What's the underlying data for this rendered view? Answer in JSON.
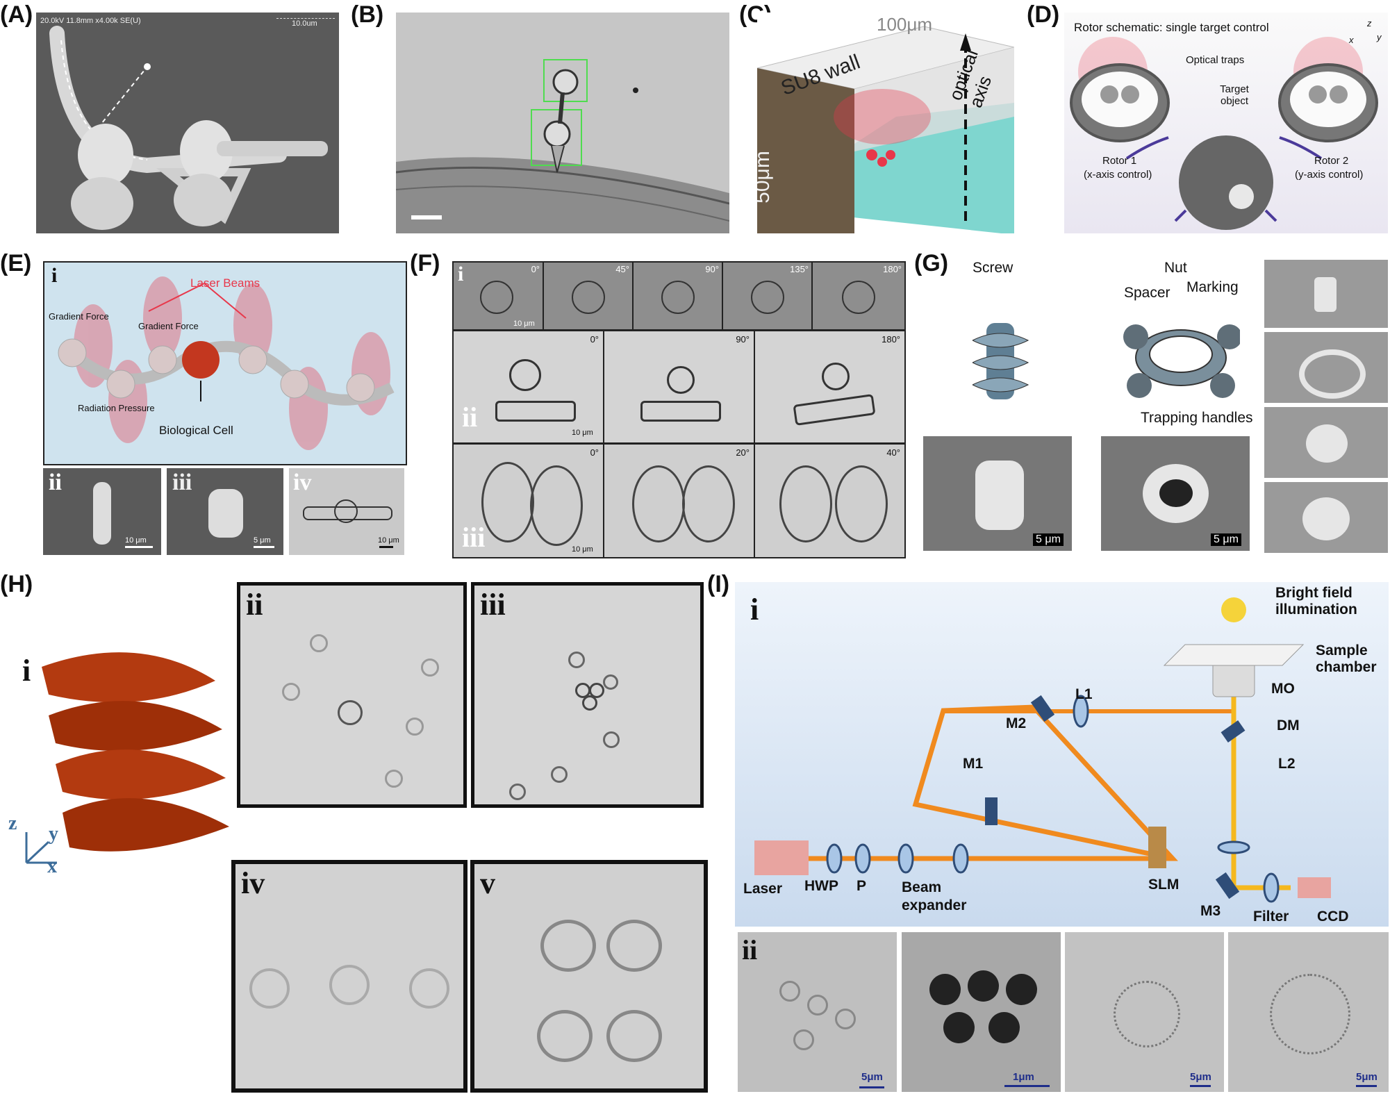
{
  "panels": {
    "A": {
      "label": "(A)",
      "sem_info": "20.0kV 11.8mm x4.00k SE(U)",
      "scale": "10.0um"
    },
    "B": {
      "label": "(B)"
    },
    "C": {
      "label": "(C)",
      "dim_top": "100μm",
      "dim_side": "50μm",
      "wall": "SU8 wall",
      "axis": "optical axis"
    },
    "D": {
      "label": "(D)",
      "title": "Rotor schematic: single target control",
      "optical_traps": "Optical traps",
      "target": "Target object",
      "rotor1": "Rotor 1",
      "rotor1_sub": "(x-axis control)",
      "rotor2": "Rotor 2",
      "rotor2_sub": "(y-axis control)",
      "axes": [
        "z",
        "x",
        "y"
      ]
    },
    "E": {
      "label": "(E)",
      "sub_i": "i",
      "laser_beams": "Laser Beams",
      "gradient1": "Gradient Force",
      "gradient2": "Gradient Force",
      "radiation": "Radiation Pressure",
      "cell": "Biological Cell",
      "sub_ii": "ii",
      "sub_iii": "iii",
      "sub_iv": "iv",
      "scale_ii": "10 μm",
      "scale_iii": "5 μm",
      "scale_iv": "10 μm"
    },
    "F": {
      "label": "(F)",
      "sub_i": "i",
      "sub_ii": "ii",
      "sub_iii": "iii",
      "row_i_angles": [
        "0°",
        "45°",
        "90°",
        "135°",
        "180°"
      ],
      "row_ii_angles": [
        "0°",
        "90°",
        "180°"
      ],
      "row_iii_angles": [
        "0°",
        "20°",
        "40°"
      ],
      "scale": "10 μm"
    },
    "G": {
      "label": "(G)",
      "screw": "Screw",
      "nut": "Nut",
      "spacer": "Spacer",
      "marking": "Marking",
      "handles": "Trapping handles",
      "scale1": "5 μm",
      "scale2": "5 μm"
    },
    "H": {
      "label": "(H)",
      "sub_i": "i",
      "sub_ii": "ii",
      "sub_iii": "iii",
      "sub_iv": "iv",
      "sub_v": "v",
      "axes": [
        "z",
        "y",
        "x"
      ]
    },
    "I": {
      "label": "(I)",
      "sub_i": "i",
      "sub_ii": "ii",
      "bright": "Bright field",
      "illum": "illumination",
      "sample": "Sample",
      "chamber": "chamber",
      "mo": "MO",
      "m2": "M2",
      "l1": "L1",
      "m1": "M1",
      "dm": "DM",
      "l2": "L2",
      "laser": "Laser",
      "hwp": "HWP",
      "p": "P",
      "beam": "Beam",
      "expander": "expander",
      "slm": "SLM",
      "m3": "M3",
      "filter": "Filter",
      "ccd": "CCD",
      "scales": [
        "5μm",
        "1μm",
        "5μm",
        "5μm"
      ]
    }
  },
  "colors": {
    "laser_red": "#e8374a",
    "beam_orange": "#f08a1e",
    "rotor_arrow": "#4b3a9a"
  }
}
